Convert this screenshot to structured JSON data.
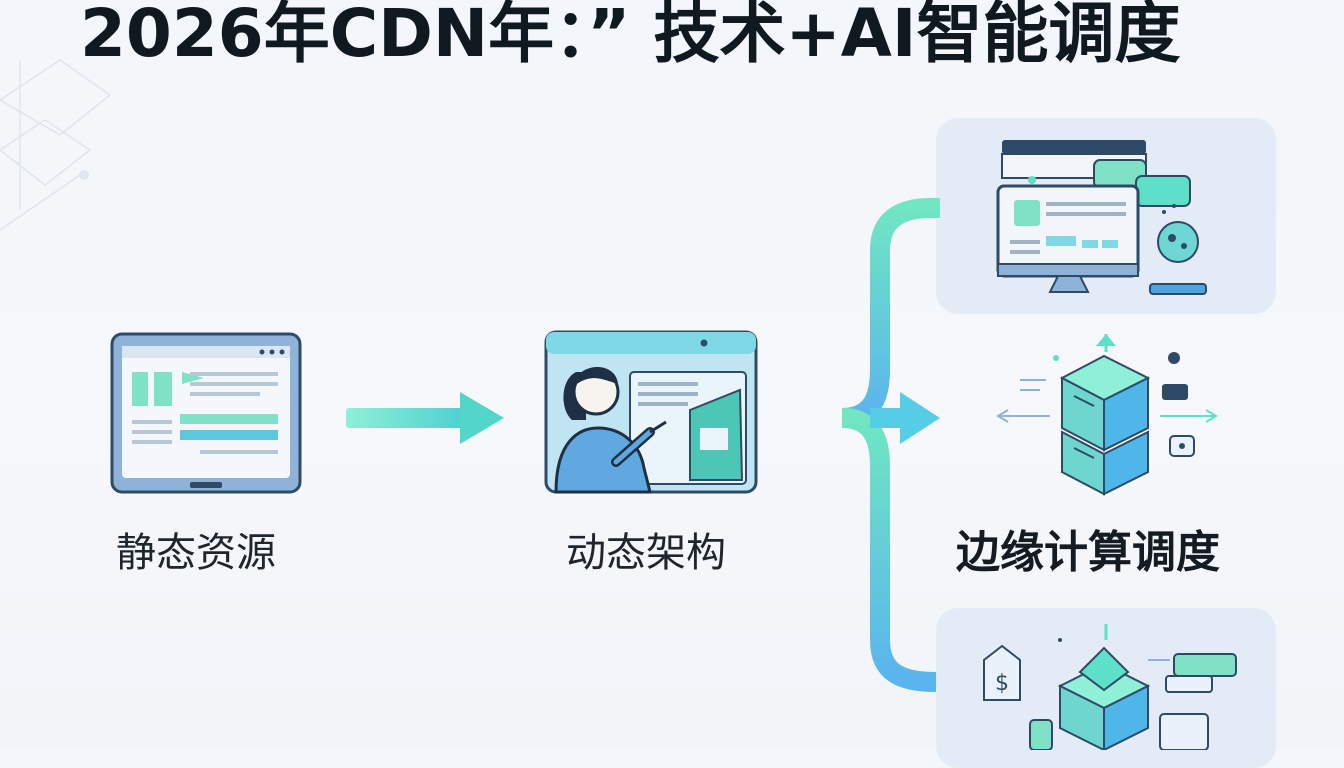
{
  "title": "2026年CDN年：” 技术+AI智能调度",
  "stages": [
    {
      "label": "静态资源",
      "icon": "static-page-monitor-icon"
    },
    {
      "label": "动态架构",
      "icon": "person-dynamic-dashboard-icon"
    },
    {
      "label": "边缘计算调度",
      "icon": "edge-server-cube-icon"
    }
  ],
  "branch_icons": [
    "monitor-chat-ai-icon",
    "edge-server-cube-icon",
    "cost-price-cube-icon"
  ],
  "colors": {
    "accent_teal": "#5ee0c8",
    "accent_blue": "#4fb6ea",
    "panel_bg": "#e3ecf6",
    "outline": "#2f4a66"
  }
}
